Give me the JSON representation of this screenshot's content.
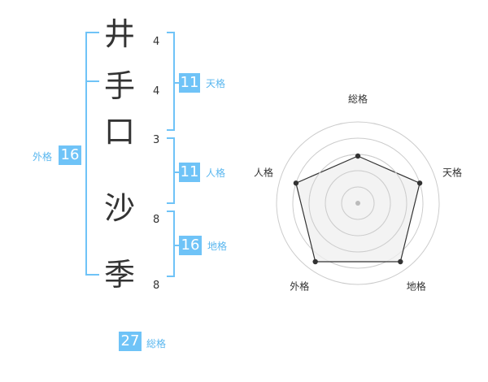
{
  "name": {
    "chars": [
      {
        "char": "井",
        "strokes": "4"
      },
      {
        "char": "手",
        "strokes": "4"
      },
      {
        "char": "口",
        "strokes": "3"
      },
      {
        "char": "沙",
        "strokes": "8"
      },
      {
        "char": "季",
        "strokes": "8"
      }
    ]
  },
  "fortune": {
    "tenkaku": {
      "value": "11",
      "label": "天格"
    },
    "jinkaku": {
      "value": "11",
      "label": "人格"
    },
    "chikaku": {
      "value": "16",
      "label": "地格"
    },
    "gaikaku": {
      "value": "16",
      "label": "外格"
    },
    "soukaku": {
      "value": "27",
      "label": "総格"
    }
  },
  "radar": {
    "labels": [
      "総格",
      "天格",
      "地格",
      "外格",
      "人格"
    ],
    "levels": [
      0.58,
      0.8,
      0.89,
      0.89,
      0.8
    ],
    "colors": {
      "line": "#333333",
      "fill": "#efefef",
      "ring": "#cccccc",
      "bracket": "#5ab7ef",
      "box": "#6fc3f7"
    }
  }
}
